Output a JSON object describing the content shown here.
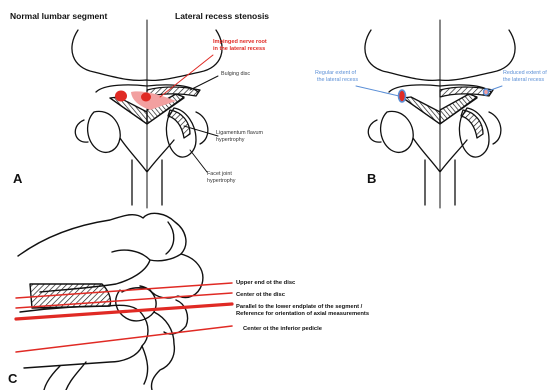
{
  "panelA": {
    "letter": "A",
    "header_left": "Normal lumbar segment",
    "header_right": "Lateral recess stenosis",
    "impinged_1": "Impinged nerve root",
    "impinged_2": "in the lateral recess",
    "bulging": "Bulging disc",
    "lig_1": "Ligamentum flavum",
    "lig_2": "hypertrophy",
    "facet_1": "Facet joint",
    "facet_2": "hypertrophy"
  },
  "panelB": {
    "letter": "B",
    "regular_1": "Regular extent of",
    "regular_2": "the lateral recess",
    "reduced_1": "Reduced extent of",
    "reduced_2": "the lateral recess"
  },
  "panelC": {
    "letter": "C",
    "upper_end": "Upper end ot the disc",
    "center_disc": "Center ot the disc",
    "parallel_1": "Parallel to the lower endplate of the segment /",
    "parallel_2": "Reference for orientation of axial measurements",
    "center_pedicle": "Center ot the inferior pedicle"
  },
  "colors": {
    "red": "#e02a24",
    "blue": "#5b8fd6",
    "ink": "#111111"
  }
}
